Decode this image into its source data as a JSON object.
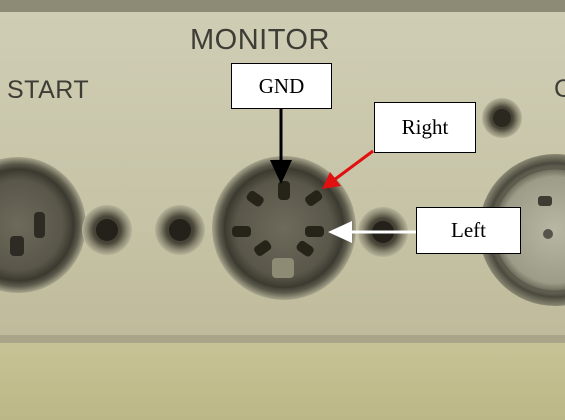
{
  "panel": {
    "monitor_label": "MONITOR",
    "start_label": "START",
    "partial_label": "C"
  },
  "callouts": {
    "gnd": "GND",
    "right": "Right",
    "left": "Left"
  },
  "colors": {
    "panel": "#c9c6ac",
    "panel_bottom": "#c4c08f",
    "gnd_arrow": "#000000",
    "right_arrow": "#e01010",
    "left_arrow": "#ffffff"
  }
}
